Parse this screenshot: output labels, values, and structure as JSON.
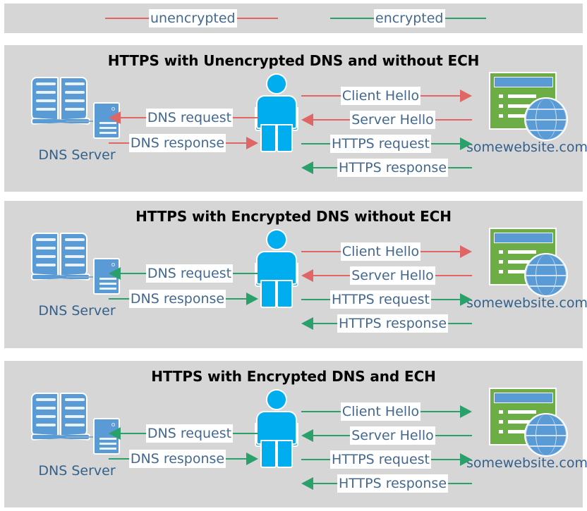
{
  "legend": {
    "items": [
      {
        "label": "unencrypted",
        "color": "#e06666",
        "name": "legend-unencrypted"
      },
      {
        "label": "encrypted",
        "color": "#2aa06a",
        "name": "legend-encrypted"
      }
    ]
  },
  "colors": {
    "panel_background": "#d6d6d6",
    "page_background": "#ffffff",
    "unencrypted": "#e06666",
    "encrypted": "#2aa06a",
    "label_text": "#44688f",
    "icon_blue": "#5b9bd5",
    "person_blue": "#00aeef",
    "browser_green": "#6cad45",
    "title_text": "#000000"
  },
  "common": {
    "dns_server_label": "DNS Server",
    "website_label": "somewebsite.com",
    "icons": {
      "dns": "book-server-icon",
      "client": "person-icon",
      "website": "browser-globe-icon"
    }
  },
  "panels": [
    {
      "title": "HTTPS with Unencrypted DNS and without ECH",
      "dns_label": "DNS Server",
      "site_label": "somewebsite.com",
      "left_flows": [
        {
          "label": "DNS request",
          "direction": "left",
          "color": "#e06666"
        },
        {
          "label": "DNS response",
          "direction": "right",
          "color": "#e06666"
        }
      ],
      "right_flows": [
        {
          "label": "Client Hello",
          "direction": "right",
          "color": "#e06666"
        },
        {
          "label": "Server Hello",
          "direction": "left",
          "color": "#e06666"
        },
        {
          "label": "HTTPS request",
          "direction": "right",
          "color": "#2aa06a"
        },
        {
          "label": "HTTPS response",
          "direction": "left",
          "color": "#2aa06a"
        }
      ]
    },
    {
      "title": "HTTPS with Encrypted DNS without ECH",
      "dns_label": "DNS Server",
      "site_label": "somewebsite.com",
      "left_flows": [
        {
          "label": "DNS request",
          "direction": "left",
          "color": "#2aa06a"
        },
        {
          "label": "DNS response",
          "direction": "right",
          "color": "#2aa06a"
        }
      ],
      "right_flows": [
        {
          "label": "Client Hello",
          "direction": "right",
          "color": "#e06666"
        },
        {
          "label": "Server Hello",
          "direction": "left",
          "color": "#e06666"
        },
        {
          "label": "HTTPS request",
          "direction": "right",
          "color": "#2aa06a"
        },
        {
          "label": "HTTPS response",
          "direction": "left",
          "color": "#2aa06a"
        }
      ]
    },
    {
      "title": "HTTPS with Encrypted DNS and ECH",
      "dns_label": "DNS Server",
      "site_label": "somewebsite.com",
      "left_flows": [
        {
          "label": "DNS request",
          "direction": "left",
          "color": "#2aa06a"
        },
        {
          "label": "DNS response",
          "direction": "right",
          "color": "#2aa06a"
        }
      ],
      "right_flows": [
        {
          "label": "Client Hello",
          "direction": "right",
          "color": "#2aa06a"
        },
        {
          "label": "Server Hello",
          "direction": "left",
          "color": "#2aa06a"
        },
        {
          "label": "HTTPS request",
          "direction": "right",
          "color": "#2aa06a"
        },
        {
          "label": "HTTPS response",
          "direction": "left",
          "color": "#2aa06a"
        }
      ]
    }
  ]
}
